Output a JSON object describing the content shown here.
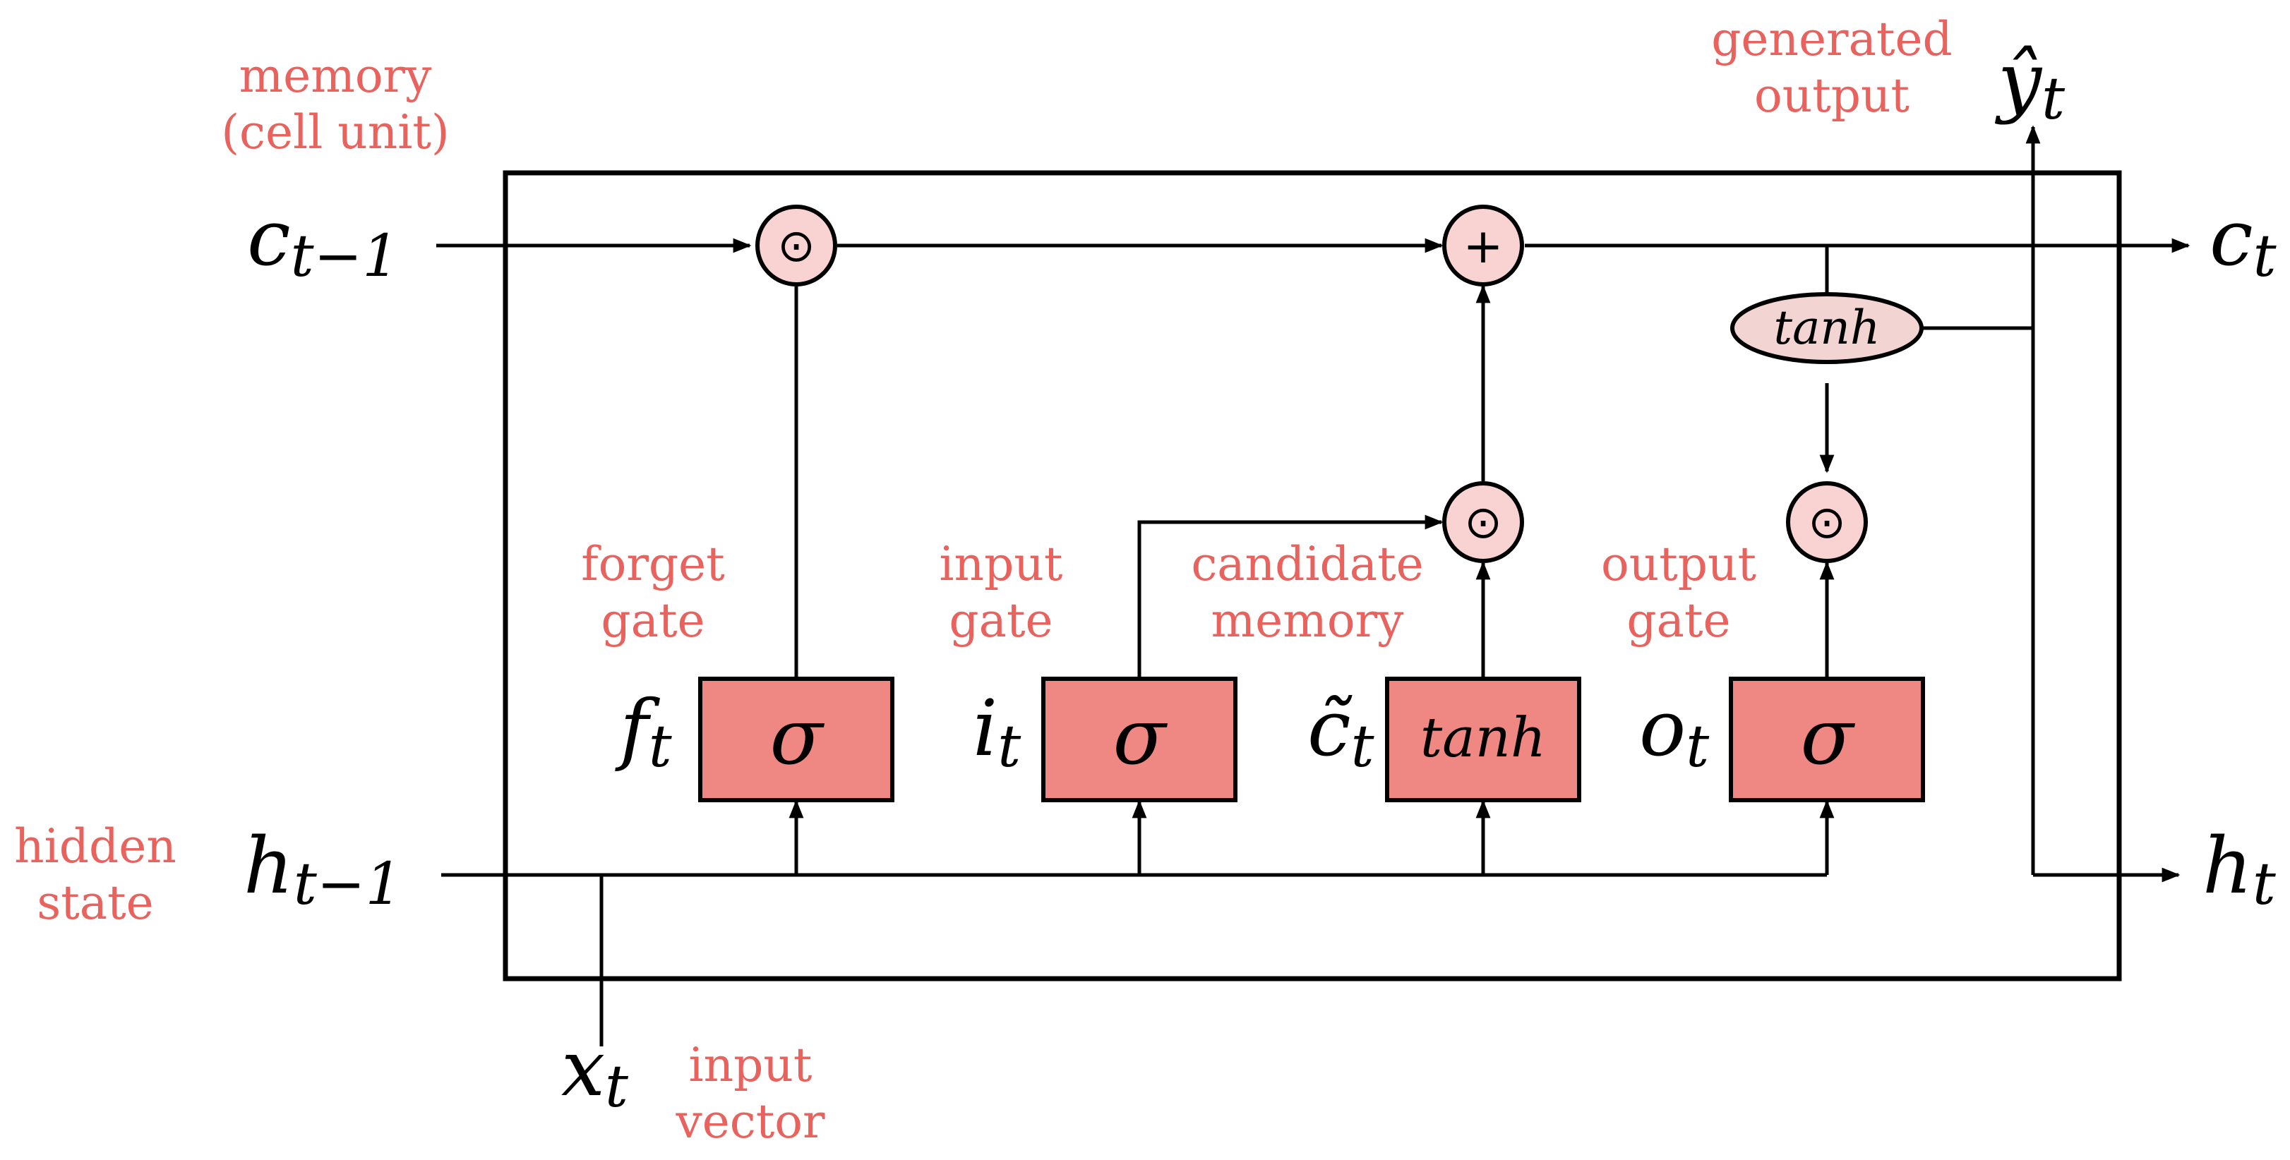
{
  "colors": {
    "annotation": "#e8625e",
    "gate_fill": "#ef8783",
    "node_fill": "#f8d3d1",
    "tanh_fill": "#f2d4d2",
    "line": "#000000"
  },
  "annotations": {
    "memory_line1": "memory",
    "memory_line2": "(cell unit)",
    "generated_line1": "generated",
    "generated_line2": "output",
    "hidden_line1": "hidden",
    "hidden_line2": "state",
    "input_vector_line1": "input",
    "input_vector_line2": "vector",
    "forget_line1": "forget",
    "forget_line2": "gate",
    "input_gate_line1": "input",
    "input_gate_line2": "gate",
    "candidate_line1": "candidate",
    "candidate_line2": "memory",
    "output_gate_line1": "output",
    "output_gate_line2": "gate"
  },
  "variables": {
    "c_prev": {
      "base": "c",
      "sub": "t−1"
    },
    "c_next": {
      "base": "c",
      "sub": "t"
    },
    "h_prev": {
      "base": "h",
      "sub": "t−1"
    },
    "h_next": {
      "base": "h",
      "sub": "t"
    },
    "x": {
      "base": "x",
      "sub": "t"
    },
    "y_hat": {
      "base": "ŷ",
      "sub": "t"
    },
    "f": {
      "base": "f",
      "sub": "t"
    },
    "i": {
      "base": "i",
      "sub": "t"
    },
    "c_tilde": {
      "base": "c̃",
      "sub": "t"
    },
    "o": {
      "base": "o",
      "sub": "t"
    }
  },
  "gates": {
    "forget": "σ",
    "input": "σ",
    "candidate": "tanh",
    "output": "σ"
  },
  "nodes": {
    "forget_mult": "⊙",
    "cell_add": "+",
    "input_mult": "⊙",
    "output_mult": "⊙",
    "cell_tanh": "tanh"
  }
}
